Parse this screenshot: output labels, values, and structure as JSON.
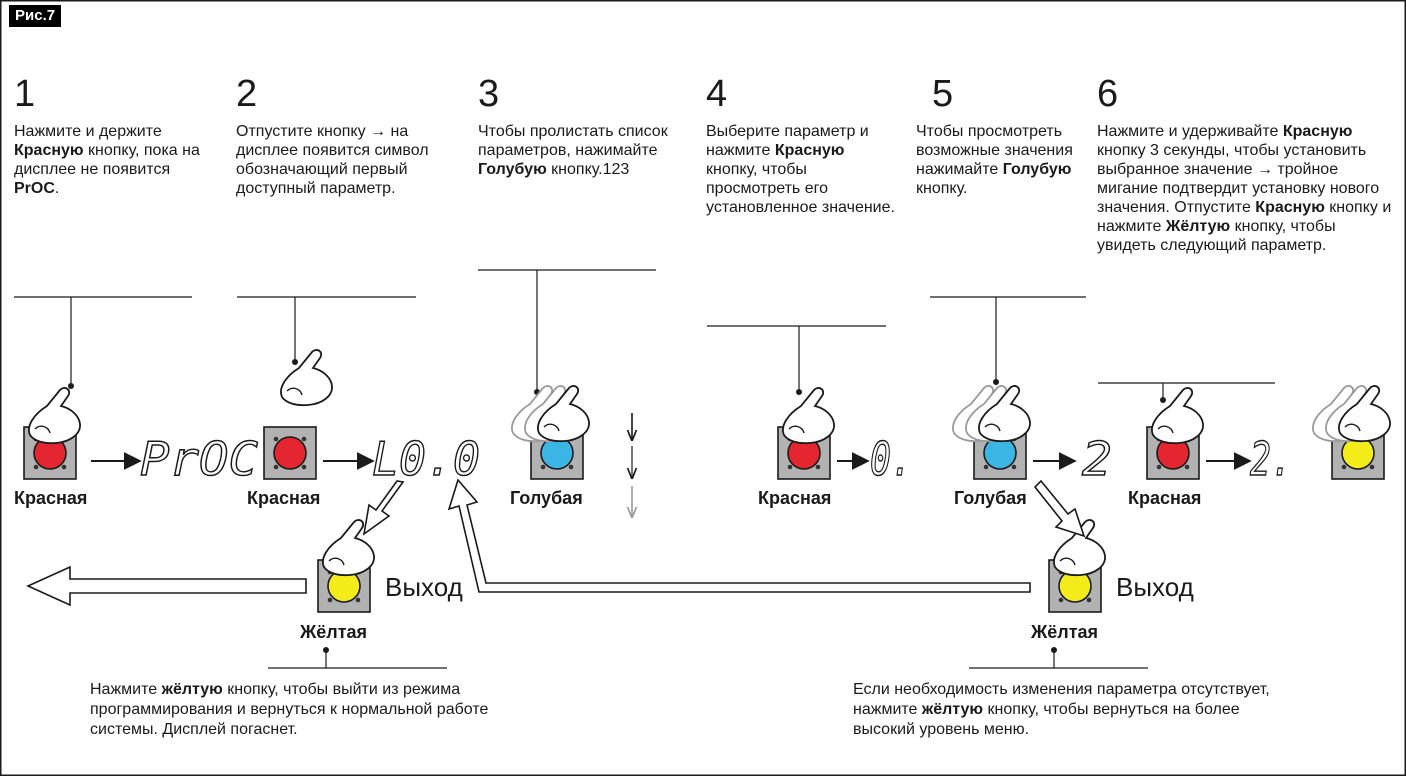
{
  "figure_label": "Рис.7",
  "steps": [
    {
      "number": "1",
      "parts": [
        "Нажмите и держите ",
        "Красную",
        " кнопку, пока на дисплее не появится ",
        "PrOC",
        "."
      ]
    },
    {
      "number": "2",
      "parts": [
        "Отпустите кнопку → на дисплее появится символ обозначающий первый доступный параметр."
      ]
    },
    {
      "number": "3",
      "parts": [
        "Чтобы пролистать список параметров, нажимайте ",
        "Голубую",
        " кнопку.123"
      ]
    },
    {
      "number": "4",
      "parts": [
        "Выберите параметр и нажмите ",
        "Красную",
        " кнопку, чтобы просмотреть его установленное значение."
      ]
    },
    {
      "number": "5",
      "parts": [
        "Чтобы просмотреть возможные значения нажимайте ",
        "Голубую",
        " кнопку."
      ]
    },
    {
      "number": "6",
      "parts": [
        "Нажмите и удерживайте ",
        "Красную",
        " кнопку 3 секунды, чтобы установить выбранное значение → тройное мигание подтвердит установку нового значения. Отпустите ",
        "Красную",
        " кнопку и нажмите ",
        "Жёлтую",
        " кнопку, чтобы увидеть следующий параметр."
      ]
    }
  ],
  "button_labels": {
    "red1": "Красная",
    "red2": "Красная",
    "blue1": "Голубая",
    "red3": "Красная",
    "blue2": "Голубая",
    "red4": "Красная",
    "yellow1": "Жёлтая",
    "yellow2": "Жёлтая"
  },
  "displays": {
    "proc": "PrOC",
    "param": "L0.0",
    "value_0": "0.",
    "value_2": "2",
    "value_2_set": "2."
  },
  "exit_label_1": "Выход",
  "exit_label_2": "Выход",
  "notes": {
    "left": {
      "parts": [
        "Нажмите ",
        "жёлтую",
        " кнопку, чтобы выйти из режима программирования и вернуться к нормальной работе системы. Дисплей погаснет."
      ]
    },
    "right": {
      "parts": [
        "Если необходимость изменения параметра отсутствует, нажмите ",
        "жёлтую",
        " кнопку, чтобы вернуться на более высокий уровень меню."
      ]
    }
  },
  "colors": {
    "red_button": "#e3262f",
    "blue_button": "#3bb6e4",
    "yellow_button": "#f4ec1a",
    "button_base": "#b2b2b2",
    "line": "#1a1a1a"
  },
  "icons": [
    "finger-press-icon",
    "arrow-right-icon",
    "arrow-down-icon",
    "outline-arrow-icon"
  ]
}
